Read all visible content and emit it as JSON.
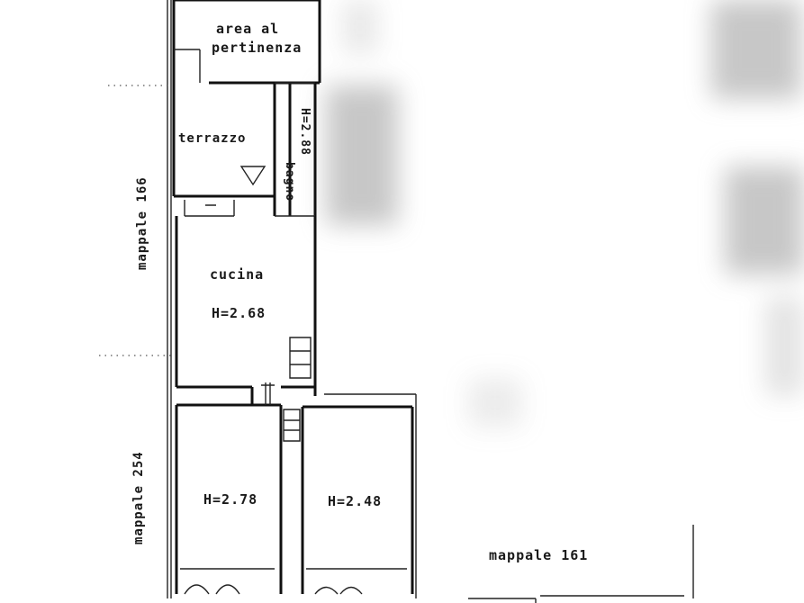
{
  "rooms": {
    "area_line1": "area al",
    "area_line2": "pertinenza",
    "terrazzo": "terrazzo",
    "bagno": "bagno",
    "bagno_h": "H=2.88",
    "cucina": "cucina",
    "cucina_h": "H=2.68",
    "room_left_h": "H=2.78",
    "room_right_h": "H=2.48"
  },
  "parcels": {
    "mappale_166": "mappale 166",
    "mappale_254": "mappale 254",
    "mappale_161": "mappale 161"
  },
  "colors": {
    "line": "#111111",
    "background": "#ffffff",
    "redaction_blur": "#9a9a9a"
  }
}
